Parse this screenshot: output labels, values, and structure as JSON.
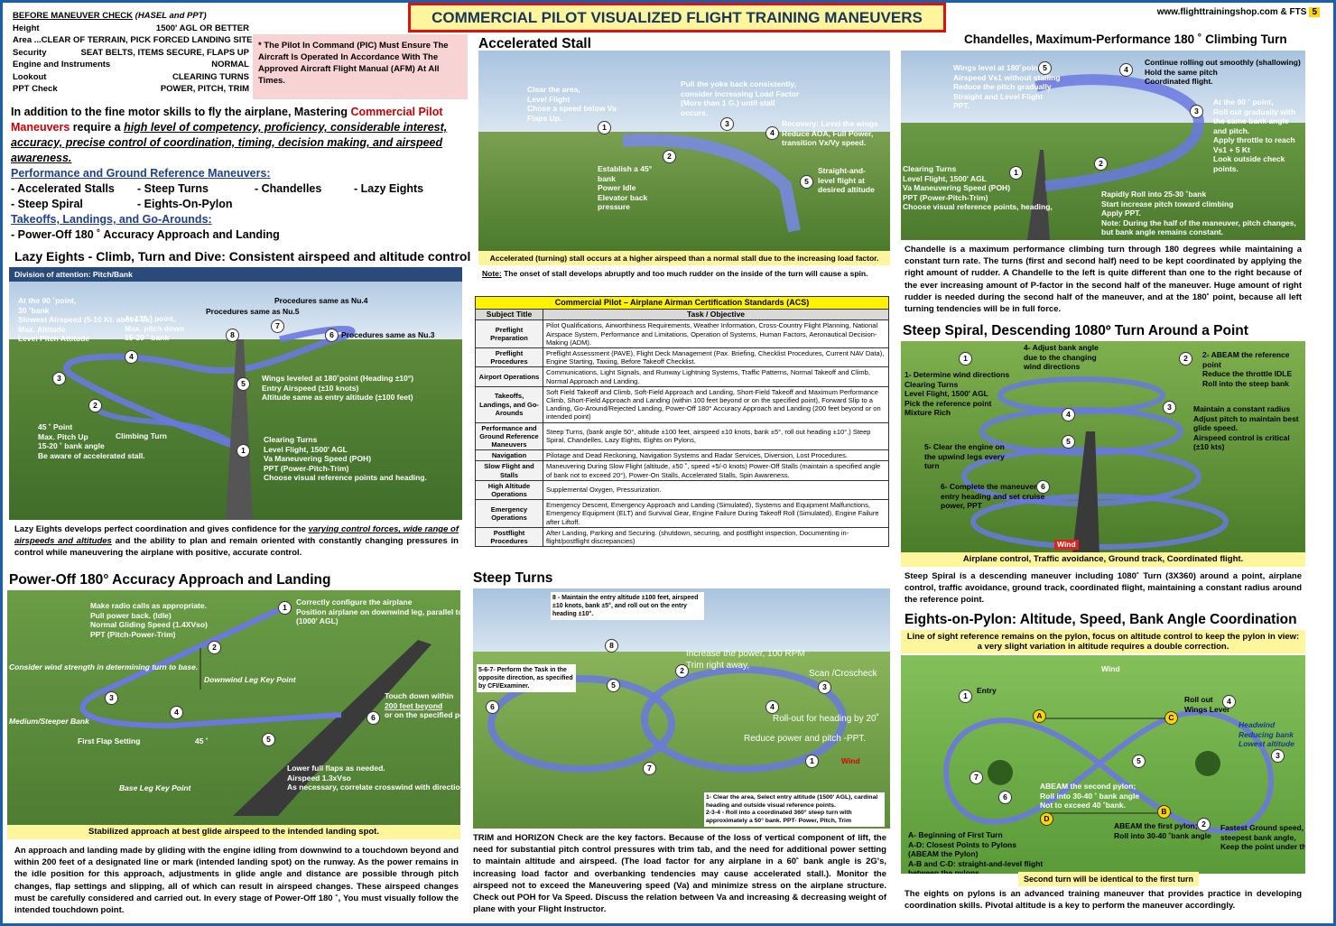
{
  "header": {
    "title": "COMMERCIAL PILOT VISUALIZED FLIGHT TRAINING MANEUVERS",
    "site": "www.flighttrainingshop.com",
    "fts": "& FTS",
    "page": "5"
  },
  "checklist": {
    "title": "BEFORE MANEUVER CHECK",
    "subtitle": "(HASEL and PPT)",
    "rows": [
      {
        "k": "Height",
        "v": "1500' AGL OR BETTER"
      },
      {
        "k": "Area ...CLEAR OF TERRAIN, PICK FORCED LANDING SITE",
        "v": ""
      },
      {
        "k": "Security",
        "v": "SEAT BELTS, ITEMS SECURE, FLAPS UP"
      },
      {
        "k": "Engine and Instruments",
        "v": "NORMAL"
      },
      {
        "k": "Lookout",
        "v": "CLEARING TURNS"
      },
      {
        "k": "PPT Check",
        "v": "POWER, PITCH, TRIM"
      }
    ]
  },
  "pic_note": "* The Pilot In Command (PIC) Must Ensure The Aircraft Is Operated In Accordance With The Approved Aircraft Flight Manual (AFM) At All Times.",
  "intro": {
    "p1a": "In addition to the fine motor skills to fly the airplane, Mastering ",
    "p1red": "Commercial Pilot Maneuvers",
    "p1b": " require a ",
    "p1ul": "high level of competency, proficiency, considerable interest, accuracy, precise control of coordination, timing, decision making, and airspeed awareness.",
    "perf_title": "Performance and Ground Reference Maneuvers:",
    "maneuvers": [
      "- Accelerated Stalls",
      "- Steep Turns",
      "- Chandelles",
      "- Lazy Eights",
      "- Steep Spiral",
      "- Eights-On-Pylon"
    ],
    "tl_title": "Takeoffs, Landings, and Go-Arounds:",
    "tl_item": "- Power-Off 180 ˚ Accuracy Approach and Landing"
  },
  "lazy": {
    "title": "Lazy Eights - Climb, Turn and Dive: Consistent airspeed and altitude control",
    "banner": "Division of attention: Pitch/Bank",
    "labels": [
      "At the 90 ˚point,",
      "30 ˚bank",
      "Slowest Airspeed (5-10 Kt. above Vs)",
      "Max. Altitude",
      "Level Pitch Attitude",
      "At 135 ˚ point,",
      "Max. pitch down",
      "15-20 ˚ bank",
      "Procedures same as Nu.5",
      "Procedures same as Nu.4",
      "Procedures same as Nu.3",
      "Wings leveled at 180˚point (Heading ±10°)",
      "Entry Airspeed (±10 knots)",
      "Altitude same as entry altitude (±100 feet)",
      "45 ˚ Point",
      "Max. Pitch Up",
      "15-20 ˚ bank angle",
      "Be aware of accelerated stall.",
      "Climbing Turn",
      "Clearing Turns",
      "Level Flight, 1500' AGL",
      "Va Maneuvering Speed (POH)",
      "PPT (Power-Pitch-Trim)",
      "Choose visual reference points and heading."
    ],
    "desc_a": "Lazy Eights develops perfect coordination and gives confidence for the ",
    "desc_ul": "varying control forces, wide range of airspeeds and altitudes",
    "desc_b": " and the ability to plan and remain oriented with constantly changing pressures in control while maneuvering the airplane with positive, accurate control."
  },
  "poweroff": {
    "title": "Power-Off 180° Accuracy Approach and Landing",
    "labels": [
      "Make radio calls as appropriate.",
      "Pull power back. (Idle)",
      "Normal Gliding Speed (1.4XVso)",
      "PPT (Pitch-Power-Trim)",
      "Correctly configure the airplane",
      "Position airplane on downwind leg, parallel to landing runway.",
      "(1000' AGL)",
      "Consider wind strength in determining turn to base.",
      "Downwind Leg Key Point",
      "Medium/Steeper Bank",
      "First Flap Setting",
      "45 ˚",
      "Touch down within",
      "200 feet beyond",
      "or on the specified point with no side drift.",
      "Lower full flaps as needed.",
      "Airspeed 1.3xVso",
      "As necessary, correlate crosswind with direction of forward slip and transition to side slip for landing.",
      "Base Leg Key Point"
    ],
    "bar": "Stabilized approach at best glide airspeed to the intended landing spot.",
    "desc": "An approach and landing made by gliding with the engine idling from downwind to a touchdown beyond and within 200 feet of a designated line or mark (intended landing spot) on the runway. As the power remains in the idle position for this approach, adjustments in glide angle and distance are possible through pitch changes, flap settings and slipping, all of which can result in airspeed changes. These airspeed changes must be carefully considered and carried out. In every stage of Power-Off 180 ˚, You must visually follow the intended touchdown point."
  },
  "stall": {
    "title": "Accelerated Stall",
    "labels": [
      "Clear the area,",
      "Level Flight",
      "Chose a speed below Va",
      "Flaps Up.",
      "Pull the yoke back consistently,",
      "consider increasing Load Factor",
      "(More than 1 G.) until stall",
      "occurs.",
      "Recovery: Level the wings",
      "Reduce AOA, Full Power,",
      "transition Vx/Vy speed.",
      "Establish a 45°",
      "bank",
      "Power Idle",
      "Elevator back",
      "pressure",
      "Straight-and-",
      "level flight at",
      "desired altitude"
    ],
    "bar": "Accelerated (turning) stall occurs at a higher airspeed than a normal stall due to the increasing load factor.",
    "note_label": "Note:",
    "note": " The onset of stall develops abruptly and too much rudder on the inside of the turn will cause a spin."
  },
  "acs": {
    "title": "Commercial Pilot – Airplane Airman Certification Standards (ACS)",
    "col1": "Subject Title",
    "col2": "Task / Objective",
    "rows": [
      {
        "s": "Preflight Preparation",
        "t": "Pilot Qualifications, Airworthiness Requirements, Weather Information, Cross-Country Flight Planning, National Airspace System, Performance and Limitations, Operation of Systems, Human Factors, Aeronautical Decision-Making (ADM)."
      },
      {
        "s": "Preflight Procedures",
        "t": "Preflight Assessment (PAVE), Flight Deck Management (Pax. Briefing, Checklist Procedures, Current NAV Data), Engine Starting, Taxiing, Before Takeoff Checklist."
      },
      {
        "s": "Airport Operations",
        "t": "Communications, Light Signals, and Runway Lightning Systems, Traffic Patterns, Normal Takeoff and Climb, Normal Approach and Landing."
      },
      {
        "s": "Takeoffs, Landings, and Go-Arounds",
        "t": "Soft Field Takeoff and Climb, Soft-Field Approach and Landing, Short-Field Takeoff and Maximum Performance Climb, Short-Field Approach and Landing (within 100 feet beyond or on the specified point), Forward Slip to a Landing, Go-Around/Rejected Landing, Power-Off 180° Accuracy Approach and Landing (200 feet beyond or on intended point)"
      },
      {
        "s": "Performance and Ground Reference Maneuvers",
        "t": "Steep Turns, (bank angle 50°, altitude ±100 feet, airspeed ±10 knots, bank ±5°, roll out heading ±10°.) Steep Spiral, Chandelles, Lazy Eights, Eights on Pylons,"
      },
      {
        "s": "Navigation",
        "t": "Pilotage and Dead Reckoning, Navigation Systems and Radar Services, Diversion, Lost Procedures."
      },
      {
        "s": "Slow Flight and Stalls",
        "t": "Maneuvering During Slow Flight (altitude, ±50 ˚, speed +5/-0 knots) Power-Off Stalls (maintain a specified angle of bank not to exceed 20°), Power-On Stalls, Accelerated Stalls, Spin Awareness."
      },
      {
        "s": "High Altitude Operations",
        "t": "Supplemental Oxygen, Pressurization."
      },
      {
        "s": "Emergency Operations",
        "t": "Emergency Descent, Emergency Approach and Landing (Simulated), Systems and Equipment Malfunctions, Emergency Equipment (ELT) and Survival Gear, Engine Failure During Takeoff Roll (Simulated), Engine Failure after Liftoff."
      },
      {
        "s": "Postflight Procedures",
        "t": "After Landing, Parking and Securing. (shutdown, securing, and postflight inspection, Documenting in-flight/postflight discrepancies)"
      }
    ]
  },
  "steep": {
    "title": "Steep Turns",
    "labels": [
      "8 - Maintain the entry altitude ±100 feet, airspeed ±10 knots, bank ±5°, and roll out on the entry heading ±10°.",
      "5-6-7- Perform the Task in the opposite direction, as specified by CFI/Examiner.",
      "Increase the power, 100 RPM",
      "Trim right away,",
      "Scan /Croscheck",
      "Roll-out for heading by 20˚",
      "Reduce power and pitch -PPT.",
      "Wind",
      "1- Clear the area, Select entry altitude (1500' AGL), cardinal heading and outside visual reference points.",
      "2-3-4 - Roll into a coordinated 360° steep turn with approximately a 50° bank. PPT- Power, Pitch, Trim"
    ],
    "desc": "TRIM and HORIZON Check are the key factors. Because of the loss of vertical component of lift, the need for substantial pitch control pressures with trim tab, and the need for additional power setting to maintain altitude and airspeed. (The load factor for any airplane in a 60˚ bank angle is 2G's, increasing load factor and overbanking tendencies may cause accelerated stall.). Monitor the airspeed not to exceed the Maneuvering speed (Va) and minimize stress on the airplane structure. Check out POH for Va Speed. Discuss the relation between Va and increasing & decreasing weight of plane with your Flight Instructor."
  },
  "chandelle": {
    "title": "Chandelles, Maximum-Performance 180 ˚ Climbing Turn",
    "labels": [
      "Wings level at 180˚point",
      "Airspeed Vs1 without stalling",
      "Reduce the pitch gradually",
      "Straight and Level Flight",
      "PPT.",
      "Continue rolling out smoothly (shallowing)",
      "Hold the same pitch",
      "Coordinated flight.",
      "At the 90 ˚ point,",
      "Roll out gradually with the same bank angle and pitch.",
      "Apply throttle to reach Vs1 + 5 Kt",
      "Look outside check points.",
      "Clearing Turns",
      "Level Flight, 1500' AGL",
      "Va Maneuvering Speed (POH)",
      "PPT (Power-Pitch-Trim)",
      "Choose visual reference points, heading,",
      "Rapidly Roll into 25-30 ˚bank",
      "Start increase pitch toward climbing",
      "Apply PPT.",
      "Note: During the half of the maneuver, pitch changes, but bank angle remains constant."
    ],
    "desc": "Chandelle is a maximum performance climbing turn through 180 degrees while maintaining a constant turn rate. The turns (first and second half) need to be kept coordinated by applying the right amount of rudder. A Chandelle to the left is quite different than one to the right because of the ever increasing amount of P-factor in the second half of the maneuver. Huge amount of right rudder is needed during the second half of the maneuver, and at the 180˚ point, because all left turning tendencies will be in full force."
  },
  "spiral": {
    "title": "Steep Spiral, Descending 1080º Turn Around a Point",
    "labels": [
      "1- Determine wind directions",
      "Clearing Turns",
      "Level Flight, 1500' AGL",
      "Pick the reference point",
      "Mixture Rich",
      "4- Adjust bank angle",
      "due to the changing",
      "wind directions",
      "2- ABEAM the reference point",
      "Reduce the throttle IDLE",
      "Roll into the steep bank",
      "Maintain a constant radius",
      "Adjust pitch to maintain best glide speed.",
      "Airspeed control is critical (±10 kts)",
      "5- Clear the engine on the upwind legs every turn",
      "6- Complete the maneuver on entry heading and set cruise power, PPT",
      "Wind"
    ],
    "bar": "Airplane control, Traffic avoidance, Ground track, Coordinated flight.",
    "desc": "Steep Spiral is a descending maneuver including 1080˚ Turn (3X360) around a point, airplane control, traffic avoidance, ground track, coordinated flight, maintaining a constant radius around the reference point."
  },
  "pylon": {
    "title": "Eights-on-Pylon: Altitude, Speed, Bank Angle Coordination",
    "banner": "Line of sight reference remains on the pylon, focus on altitude control to keep the pylon in view: a very slight variation in altitude requires a double correction.",
    "labels": [
      "Entry",
      "Wind",
      "Roll out",
      "Wings Level",
      "Headwind",
      "Reducing bank",
      "Lowest altitude",
      "ABEAM the second pylon;",
      "Roll into 30-40 ˚ bank angle",
      "Not to exceed 40 ˚bank.",
      "ABEAM the first pylon;",
      "Roll into 30-40 ˚bank angle",
      "Fastest Ground speed,",
      "steepest bank angle,",
      "Keep the point under the wingtip",
      "A- Beginning of First Turn",
      "A-D: Closest Points to Pylons (ABEAM the Pylon)",
      "A-B and C-D: straight-and-level flight between the pylons"
    ],
    "bar": "Second turn will be identical to the first turn",
    "desc": "The eights on pylons is an advanced training maneuver that provides practice in developing coordination skills. Pivotal altitude is a key to perform the maneuver accordingly."
  }
}
